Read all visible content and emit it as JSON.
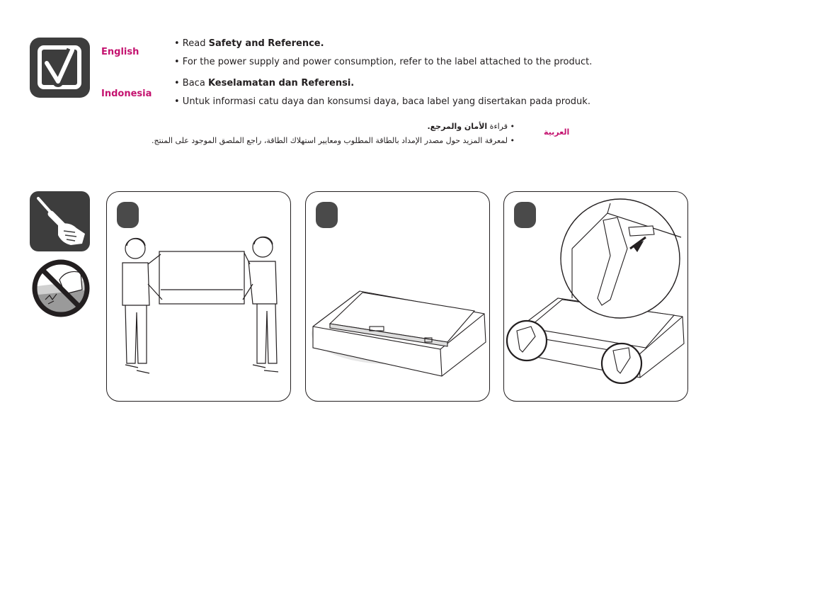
{
  "languages": {
    "english": {
      "name": "English",
      "line1_prefix": "• Read ",
      "line1_bold": "Safety and Reference.",
      "line2": "• For the power supply and power consumption, refer to the label attached to the product."
    },
    "indonesia": {
      "name": "Indonesia",
      "line1_prefix": "• Baca ",
      "line1_bold": "Keselamatan dan Referensi.",
      "line2": "• Untuk informasi catu daya dan konsumsi daya, baca label yang disertakan pada produk."
    },
    "arabic": {
      "name": "العربية",
      "line1_prefix": "• قراءة ",
      "line1_bold": "الأمان والمرجع.",
      "line2": "• لمعرفة المزيد حول مصدر الإمداد بالطاقة المطلوب ومعايير استهلاك الطاقة، راجع الملصق الموجود على المنتج."
    }
  },
  "icons": {
    "checklist": "checkmark-box-icon",
    "tool": "screwdriver-hand-icon",
    "no_press": "no-press-screen-icon"
  },
  "colors": {
    "accent": "#c4126f",
    "icon_bg": "#3d3d3d",
    "line": "#231f20"
  },
  "panels": [
    {
      "scene": "two-people-carrying-tv"
    },
    {
      "scene": "tv-face-down-on-cushion"
    },
    {
      "scene": "attach-stand-feet"
    }
  ]
}
